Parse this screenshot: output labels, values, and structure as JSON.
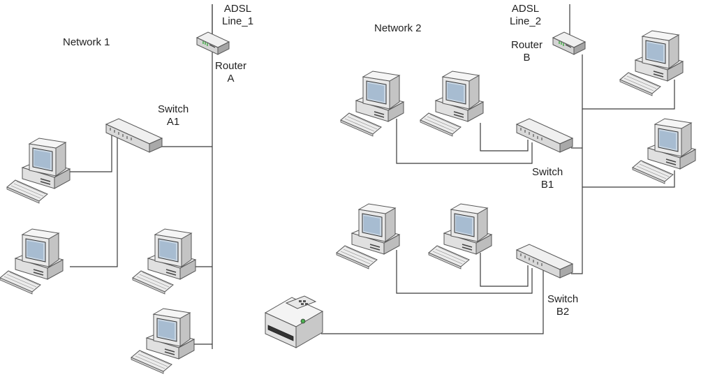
{
  "labels": {
    "network1": "Network 1",
    "network2": "Network 2",
    "adsl1": {
      "line1": "ADSL",
      "line2": "Line_1"
    },
    "adsl2": {
      "line1": "ADSL",
      "line2": "Line_2"
    },
    "routerA": {
      "line1": "Router",
      "line2": "A"
    },
    "routerB": {
      "line1": "Router",
      "line2": "B"
    },
    "switchA1": {
      "line1": "Switch",
      "line2": "A1"
    },
    "switchB1": {
      "line1": "Switch",
      "line2": "B1"
    },
    "switchB2": {
      "line1": "Switch",
      "line2": "B2"
    }
  },
  "devices": {
    "computer_icon": "computer-icon",
    "router_icon": "router-icon",
    "switch_icon": "switch-icon",
    "printer_icon": "printer-icon"
  },
  "colors": {
    "wire": "#3a3a3a",
    "device_body": "#e6e6e6",
    "screen": "#c9d6e3",
    "router_led": "#4caf50"
  }
}
